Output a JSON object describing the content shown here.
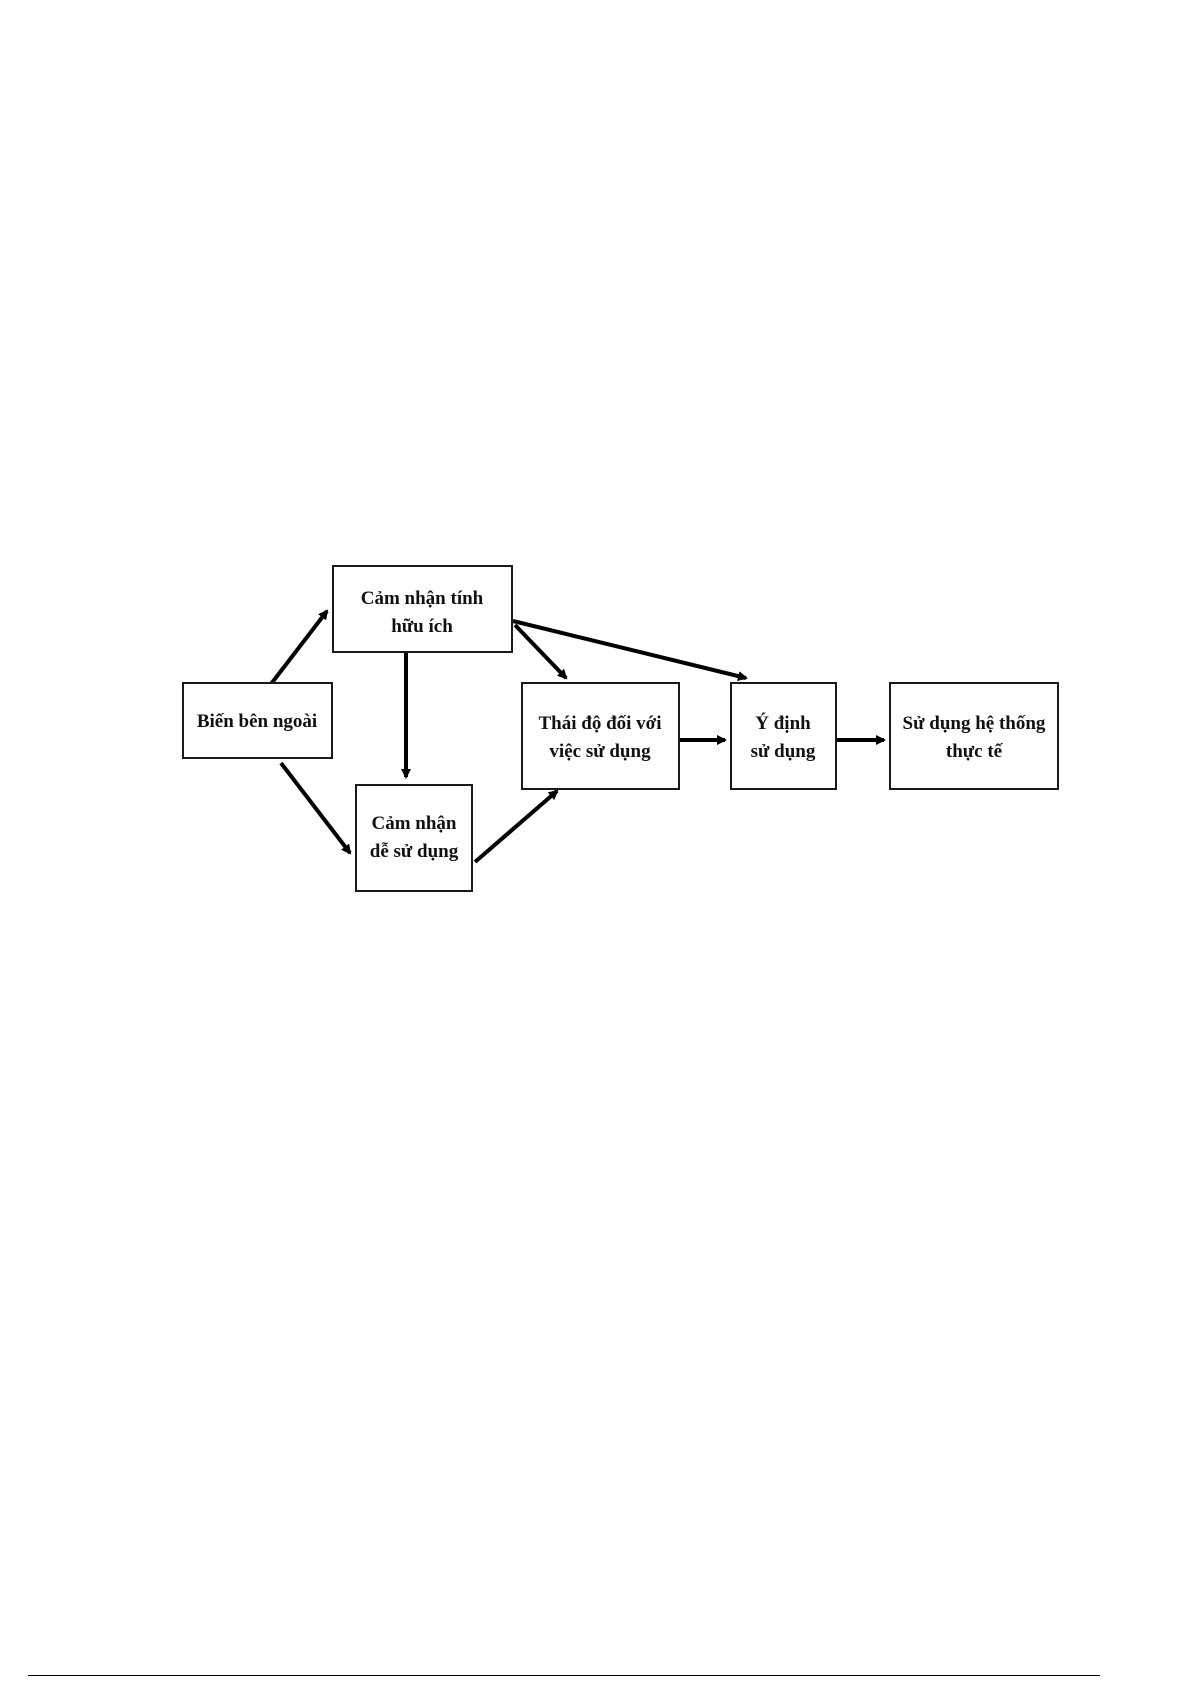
{
  "diagram": {
    "nodes": {
      "external": {
        "line1": "Biến bên ngoài"
      },
      "usefulness": {
        "line1": "Cảm nhận tính",
        "line2": "hữu ích"
      },
      "ease": {
        "line1": "Cảm nhận",
        "line2": "dễ sử dụng"
      },
      "attitude": {
        "line1": "Thái độ đối với",
        "line2": "việc sử dụng"
      },
      "intention": {
        "line1": "Ý định",
        "line2": "sử dụng"
      },
      "actual": {
        "line1": "Sử dụng hệ thống",
        "line2": "thực tế"
      }
    },
    "edges": [
      {
        "from": "external",
        "to": "usefulness"
      },
      {
        "from": "external",
        "to": "ease"
      },
      {
        "from": "usefulness",
        "to": "ease"
      },
      {
        "from": "usefulness",
        "to": "attitude"
      },
      {
        "from": "usefulness",
        "to": "intention"
      },
      {
        "from": "ease",
        "to": "attitude"
      },
      {
        "from": "attitude",
        "to": "intention"
      },
      {
        "from": "intention",
        "to": "actual"
      }
    ]
  }
}
